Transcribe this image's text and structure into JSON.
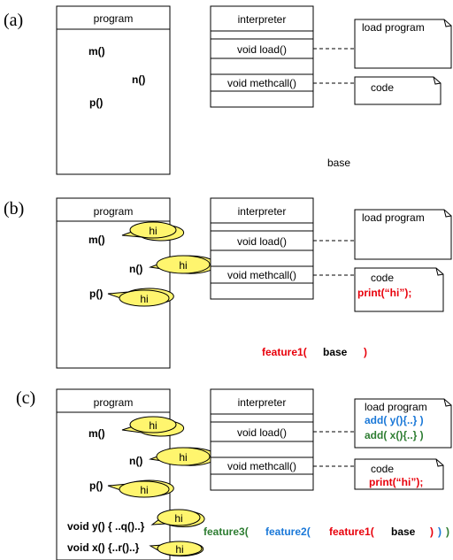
{
  "panel_a": {
    "label": "(a)",
    "program_title": "program",
    "methods": [
      "m()",
      "n()",
      "p()"
    ],
    "interpreter_title": "interpreter",
    "interp_methods": [
      "void load()",
      "void methcall()"
    ],
    "note_load": "load program",
    "note_code": "code",
    "caption": "base"
  },
  "panel_b": {
    "label": "(b)",
    "program_title": "program",
    "methods": [
      "m()",
      "n()",
      "p()"
    ],
    "hi": "hi",
    "interpreter_title": "interpreter",
    "interp_methods": [
      "void load()",
      "void methcall()"
    ],
    "note_load": "load program",
    "note_code": "code",
    "note_code_print": "print(“hi”);",
    "caption_feature1": "feature1(",
    "caption_base": "base",
    "caption_close": ")"
  },
  "panel_c": {
    "label": "(c)",
    "program_title": "program",
    "methods": [
      "m()",
      "n()",
      "p()"
    ],
    "extra_methods": [
      "void y() { ..q()..}",
      "void x() {..r()..}"
    ],
    "hi": "hi",
    "interpreter_title": "interpreter",
    "interp_methods": [
      "void load()",
      "void methcall()"
    ],
    "note_load": "load program",
    "note_add_y": "add( y(){..} )",
    "note_add_x": "add( x(){..} )",
    "note_code": "code",
    "note_code_print": "print(“hi”);",
    "caption_feature3": "feature3(",
    "caption_feature2": "feature2(",
    "caption_feature1": "feature1(",
    "caption_base": "base",
    "caption_close1": ")",
    "caption_close2": ")",
    "caption_close3": ")"
  },
  "colors": {
    "feature1": "#e8000b",
    "feature2": "#1a78d8",
    "feature3": "#2e7d32",
    "bubble": "#fff56e"
  }
}
